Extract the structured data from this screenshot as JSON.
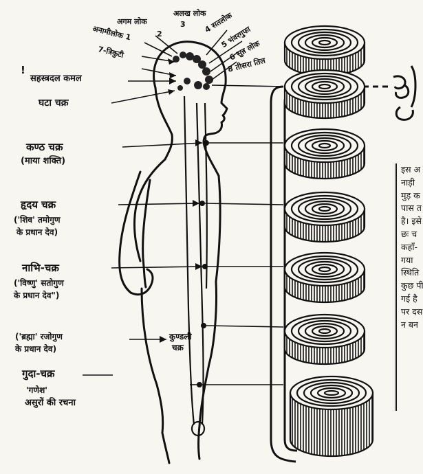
{
  "labels": {
    "agam_lok": "अगम लोक",
    "agam_num": "2",
    "alakh_lok": "अलख लोक",
    "alakh_num": "3",
    "satlok": "4 सतलोक",
    "anami_lok": "अनामीलोक 1",
    "bhanwar_gufa": "5 भंवरगुफा",
    "sunn_lok": "6 सुन्न लोक",
    "trikuti": "7-त्रिकुटी",
    "teesra_til": "8 तीसरा तिल",
    "sahasradal": "सहस्त्रदल कमल",
    "sahasradal_mark": "!",
    "ghata_chakra": "घटा चक्र",
    "kanth_chakra": "कण्ठ चक्र",
    "kanth_sub": "(माया शक्ति)",
    "hriday_chakra": "हृदय चक्र",
    "hriday_sub1": "('शिव' तमोगुण",
    "hriday_sub2": "के प्रधान देव)",
    "nabhi_chakra": "नाभि-चक्र",
    "nabhi_sub1": "('विष्णु' सतोगुण",
    "nabhi_sub2": "के प्रधान देव\")",
    "brahma_1": "('ब्रह्मा' रजोगुण",
    "brahma_2": "के प्रधान देव)",
    "kundali": "कुण्डली",
    "kundali_2": "चक्र",
    "guda_chakra": "गुदा-चक्र",
    "guda_sub1": "'गणेश'",
    "guda_sub2": "असुरों की रचना"
  },
  "side_text": [
    "इस अ",
    "नाड़ी",
    "मुड़ क",
    "पास त",
    "है। इसे",
    "छः च",
    "कहाँ-",
    "गया",
    "स्थिति",
    "कुछ पी",
    "गई है",
    "पर दस",
    "न बन"
  ]
}
